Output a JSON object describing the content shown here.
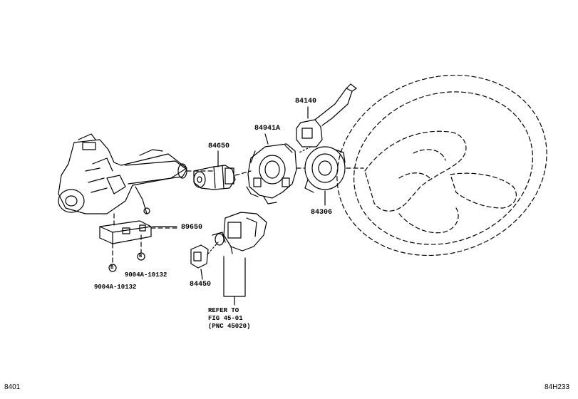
{
  "labels": {
    "p84140": "84140",
    "p84941A": "84941A",
    "p84650": "84650",
    "p84306": "84306",
    "p89650": "89650",
    "p84450": "84450",
    "bolt1": "9004A-10132",
    "bolt2": "9004A-10132",
    "bolt_mark": "B"
  },
  "refer": {
    "line1": "REFER TO",
    "line2": "FIG 45-01",
    "line3": "(PNC 45020)"
  },
  "footer": {
    "left_code": "8401",
    "right_code": "84H233"
  },
  "colors": {
    "ink": "#000000",
    "background": "#ffffff"
  }
}
